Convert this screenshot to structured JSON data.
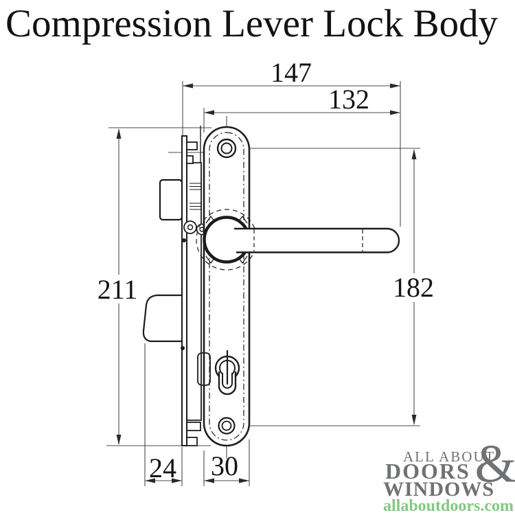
{
  "title": "Compression Lever Lock Body",
  "diagram": {
    "description": "technical line drawing of compression lever lock body, side view with lever handle and euro cylinder",
    "line_color": "#1c1c1c",
    "dimension_line_color": "#4a4a4a",
    "dimensions": {
      "overall_depth": "147",
      "handle_length": "132",
      "plate_height": "211",
      "screw_spacing": "182",
      "bolt_projection": "24",
      "plate_width": "30"
    }
  },
  "logo": {
    "line1": "ALL ABOUT",
    "ampersand": "&",
    "line2": "DOORS",
    "line3": "WINDOWS",
    "website": "allaboutdoors.com",
    "gray": "#6f7173",
    "green": "#84c884"
  }
}
